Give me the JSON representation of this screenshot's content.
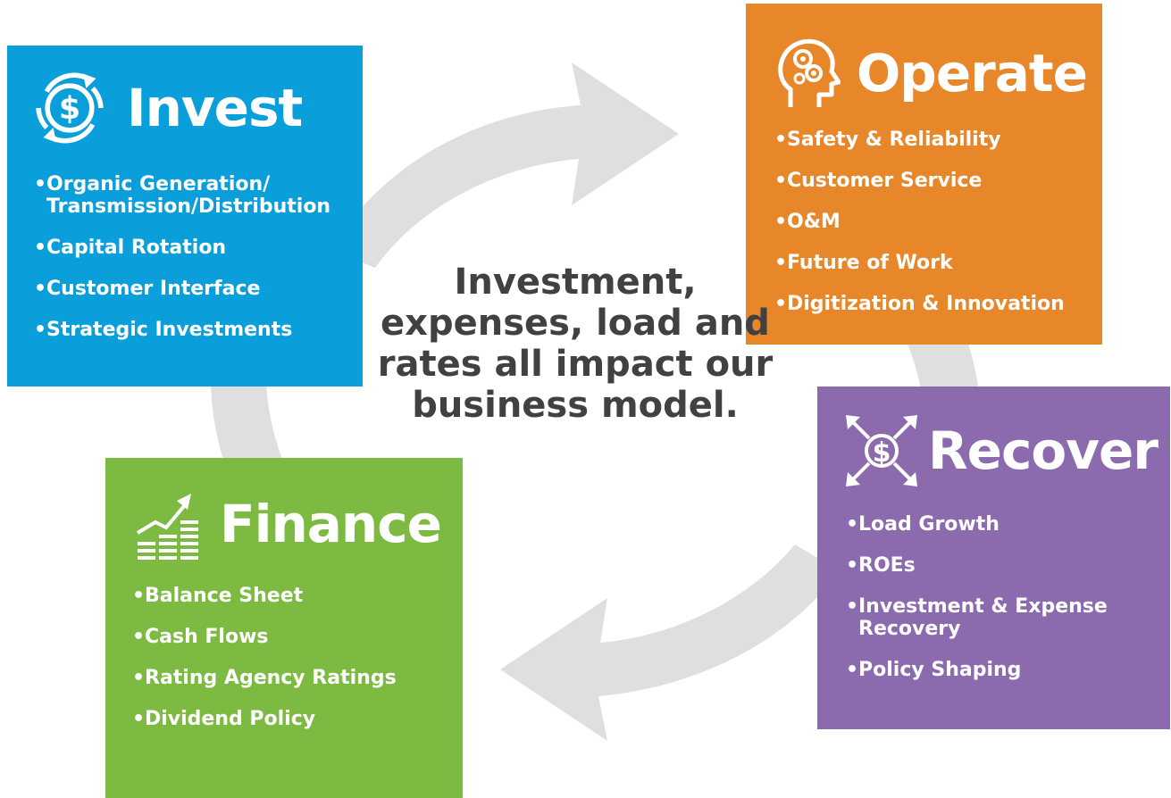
{
  "colors": {
    "invest": "#0a9fdb",
    "operate": "#e8862a",
    "finance": "#7dba42",
    "recover": "#8b6aae",
    "cycle_arrows": "#dcdcdc",
    "center_text": "#414142"
  },
  "center_text": "Investment, expenses, load and rates all impact our business model.",
  "sections": {
    "invest": {
      "title": "Invest",
      "icon": "dollar-cycle-icon",
      "items": [
        "Organic Generation/ Transmission/Distribution",
        "Capital Rotation",
        "Customer Interface",
        "Strategic Investments"
      ]
    },
    "operate": {
      "title": "Operate",
      "icon": "head-gears-icon",
      "items": [
        "Safety & Reliability",
        "Customer Service",
        "O&M",
        "Future of Work",
        "Digitization & Innovation"
      ]
    },
    "finance": {
      "title": "Finance",
      "icon": "rising-chart-icon",
      "items": [
        "Balance Sheet",
        "Cash Flows",
        "Rating Agency Ratings",
        "Dividend Policy"
      ]
    },
    "recover": {
      "title": "Recover",
      "icon": "dollar-arrows-out-icon",
      "items": [
        "Load Growth",
        "ROEs",
        "Investment & Expense Recovery",
        "Policy Shaping"
      ]
    }
  }
}
